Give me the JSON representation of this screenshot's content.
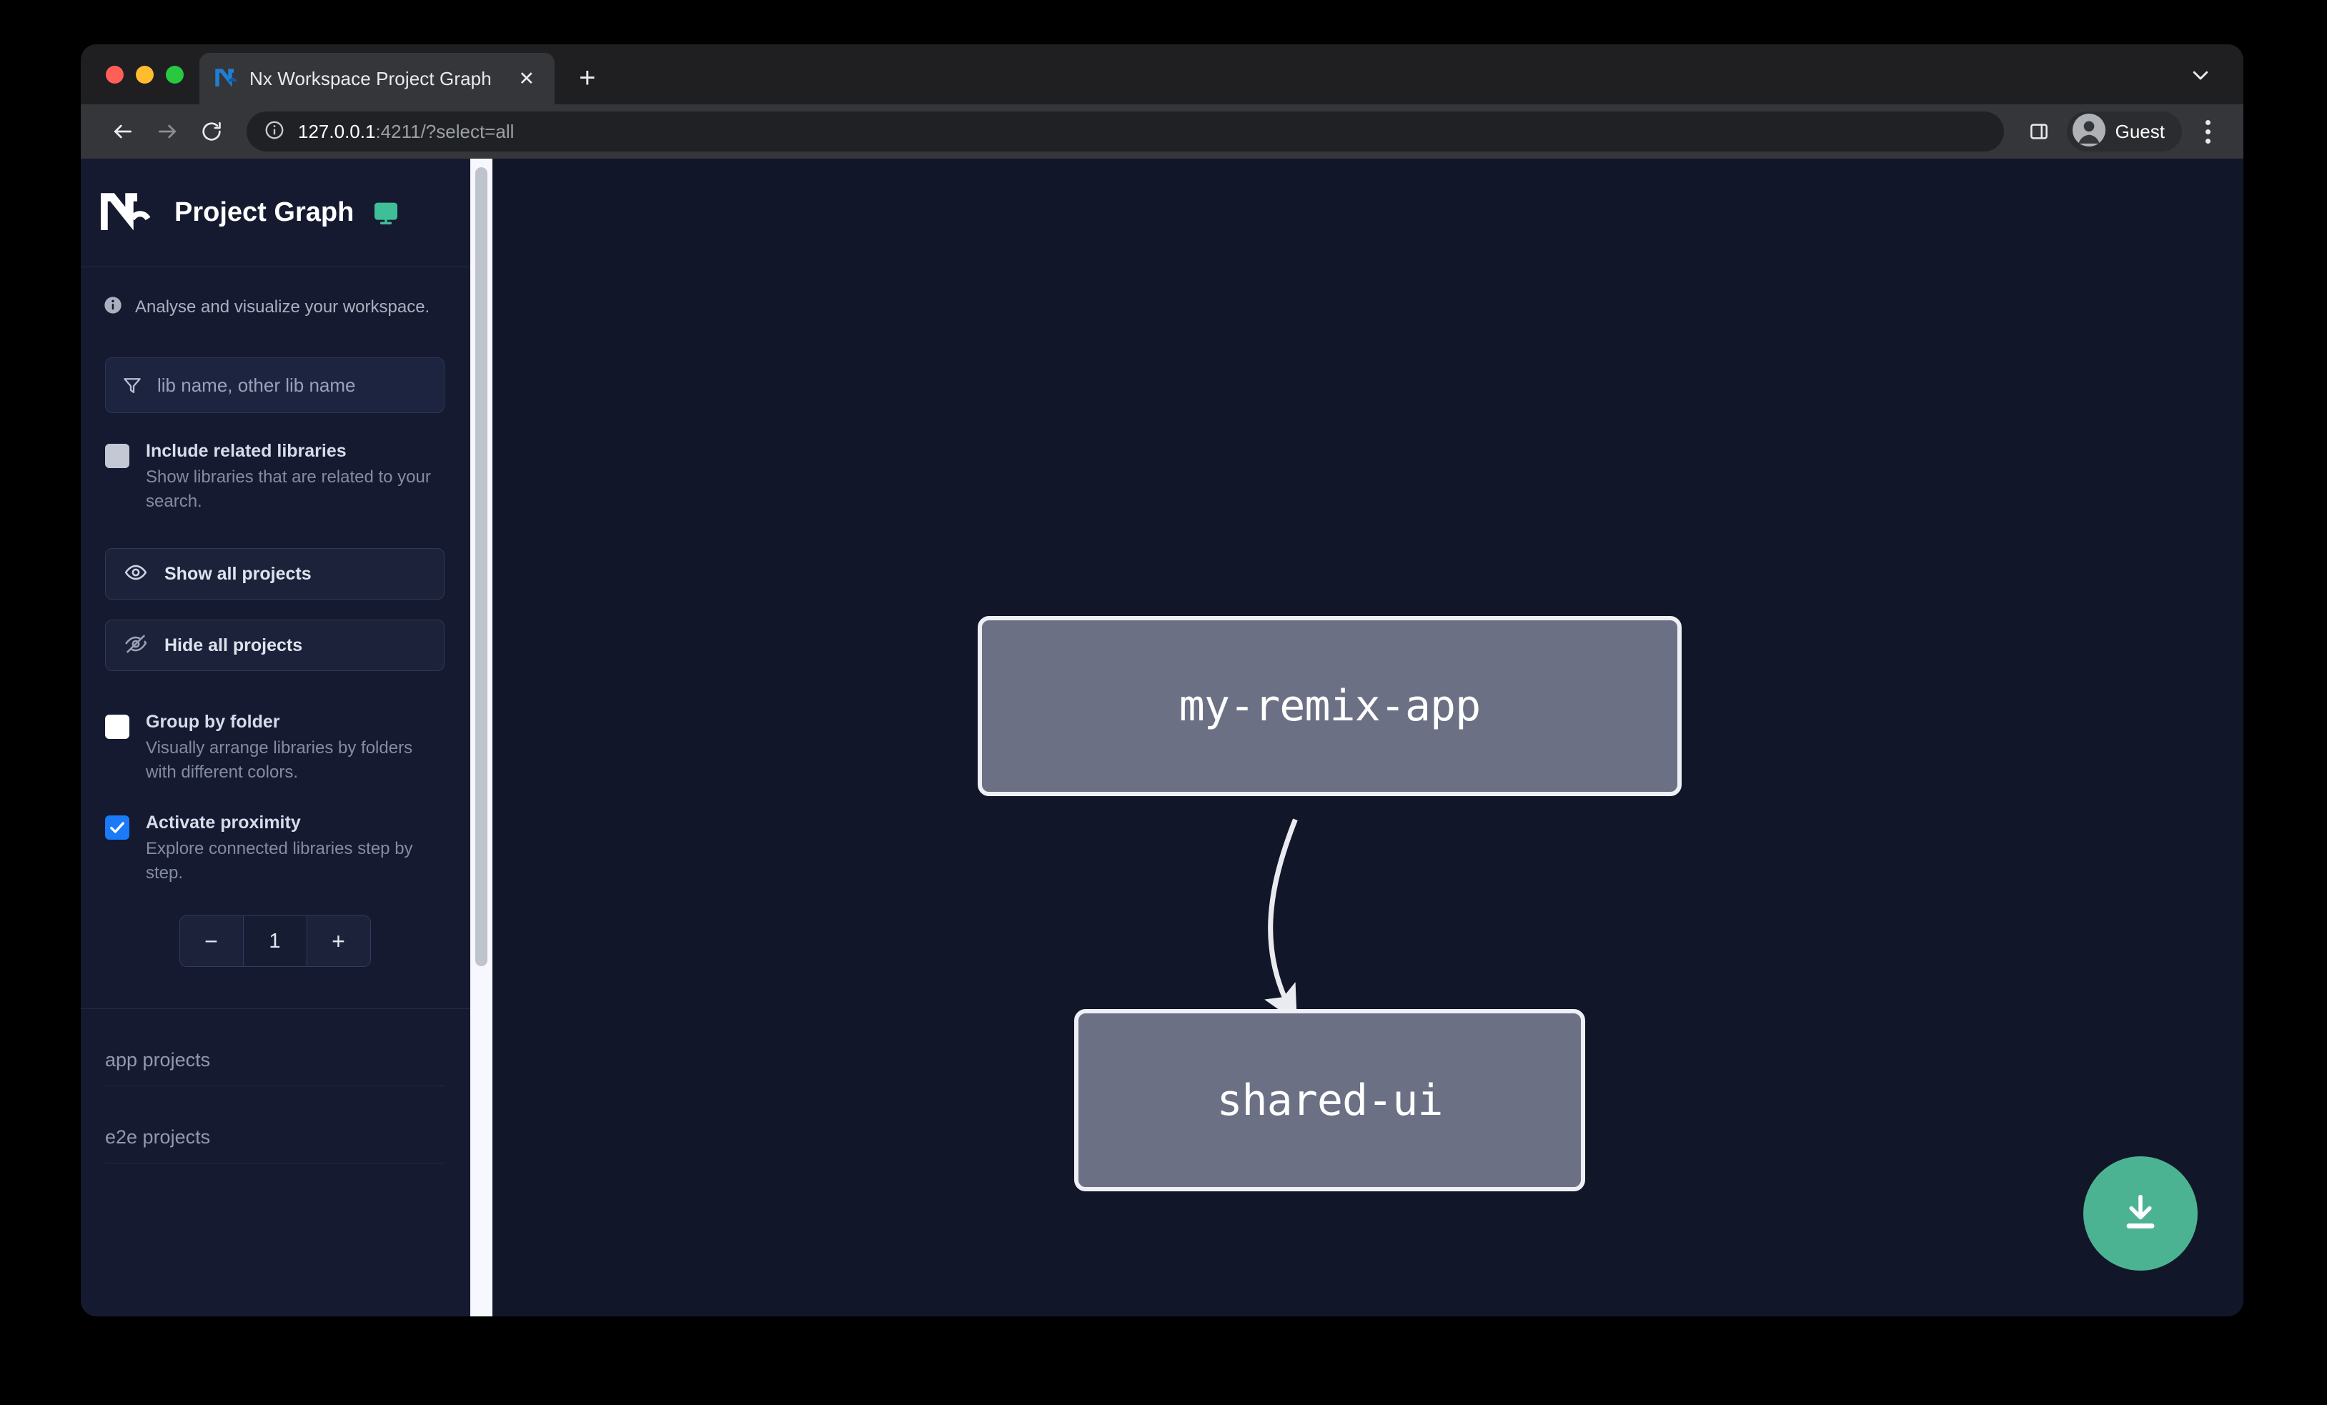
{
  "browser": {
    "traffic_lights": [
      "close",
      "minimize",
      "zoom"
    ],
    "tab": {
      "title": "Nx Workspace Project Graph",
      "favicon": "nx-logo-icon",
      "close_label": "✕"
    },
    "new_tab_label": "+",
    "window_chevron": "chevron-down-icon",
    "nav": {
      "back": "back-arrow-icon",
      "forward": "forward-arrow-icon",
      "reload": "reload-icon"
    },
    "omnibox": {
      "site_info": "info-circle-icon",
      "url_host": "127.0.0.1",
      "url_rest": ":4211/?select=all",
      "url_full": "127.0.0.1:4211/?select=all"
    },
    "side_panel_icon": "side-panel-icon",
    "profile": {
      "label": "Guest",
      "avatar": "person-avatar-icon"
    },
    "menu": "three-dots-menu-icon"
  },
  "sidebar": {
    "logo": "nx-logo-icon",
    "title": "Project Graph",
    "monitor_icon": "monitor-icon",
    "tagline": {
      "icon": "info-icon",
      "text": "Analyse and visualize your workspace."
    },
    "filter": {
      "icon": "funnel-filter-icon",
      "value": "",
      "placeholder": "lib name, other lib name"
    },
    "options": [
      {
        "id": "include-related-libraries",
        "title": "Include related libraries",
        "desc": "Show libraries that are related to your search.",
        "checked": false,
        "style": "grey"
      },
      {
        "id": "group-by-folder",
        "title": "Group by folder",
        "desc": "Visually arrange libraries by folders with different colors.",
        "checked": false,
        "style": "white"
      },
      {
        "id": "activate-proximity",
        "title": "Activate proximity",
        "desc": "Explore connected libraries step by step.",
        "checked": true,
        "style": "blue"
      }
    ],
    "buttons": [
      {
        "id": "show-all-projects",
        "label": "Show all projects",
        "icon": "eye-icon"
      },
      {
        "id": "hide-all-projects",
        "label": "Hide all projects",
        "icon": "eye-off-icon"
      }
    ],
    "stepper": {
      "decrement_label": "−",
      "value": "1",
      "increment_label": "+"
    },
    "project_groups": [
      {
        "id": "app-projects",
        "label": "app projects"
      },
      {
        "id": "e2e-projects",
        "label": "e2e projects"
      }
    ],
    "scrollbar": {
      "orientation": "vertical"
    }
  },
  "graph": {
    "nodes": [
      {
        "id": "my-remix-app",
        "label": "my-remix-app"
      },
      {
        "id": "shared-ui",
        "label": "shared-ui"
      }
    ],
    "edges": [
      {
        "from": "my-remix-app",
        "to": "shared-ui",
        "arrow": true
      }
    ],
    "download_button": {
      "icon": "download-icon",
      "label": ""
    }
  },
  "colors": {
    "accent_green": "#4cb392",
    "checkbox_blue": "#1a7af8",
    "node_fill": "#6b7084",
    "node_border": "#eef0f5",
    "canvas_bg": "#111729",
    "sidebar_bg": "#151a30"
  }
}
